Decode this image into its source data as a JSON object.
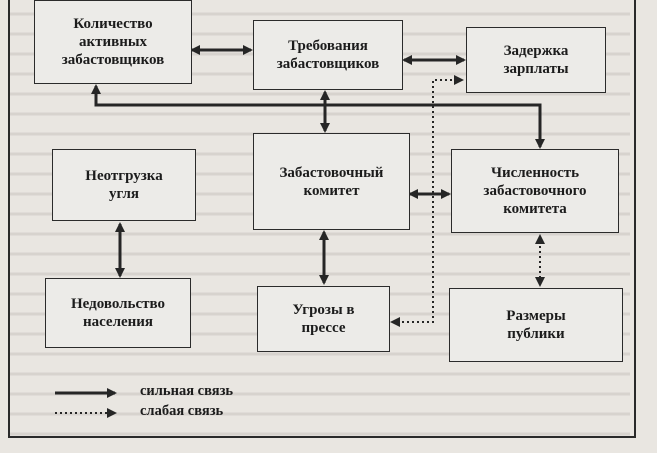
{
  "nodes": {
    "active_strikers": {
      "label": "Количество активных забастовщиков"
    },
    "demands": {
      "label": "Требования забастовщиков"
    },
    "wage_delay": {
      "label": "Задержка зарплаты"
    },
    "no_coal": {
      "label": "Неотгрузка угля"
    },
    "committee": {
      "label": "Забастовочный комитет"
    },
    "committee_size": {
      "label": "Численность забастовочного комитета"
    },
    "discontent": {
      "label": "Недовольство населения"
    },
    "press_threats": {
      "label": "Угрозы в прессе"
    },
    "publicity": {
      "label": "Размеры публики"
    }
  },
  "legend": {
    "strong": "сильная связь",
    "weak": "слабая связь"
  },
  "colors": {
    "line": "#262626",
    "box_border": "#2b2b2b",
    "paper": "#e9e6e1"
  }
}
